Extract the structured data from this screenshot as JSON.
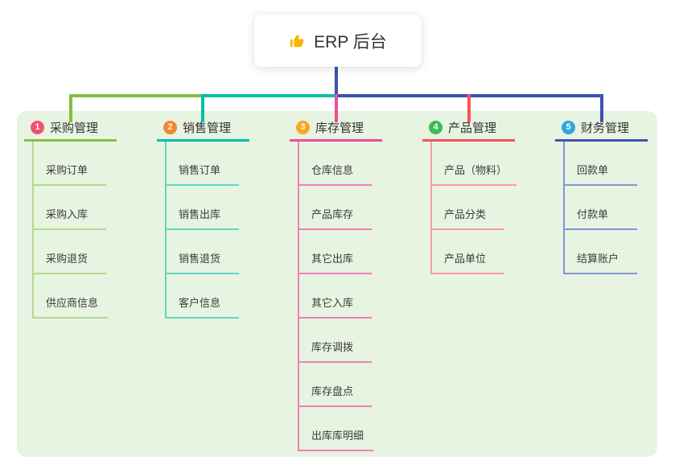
{
  "root": {
    "icon": "thumbs-up-icon",
    "icon_glyph": "👍",
    "label": "ERP 后台"
  },
  "palette": {
    "trunk_line": "#3F51B5",
    "panel_bg": "#E7F4E1",
    "page_bg": "#FFFFFF",
    "card_bg": "#FFFFFF",
    "title_text": "#333333",
    "child_text": "#3B3B3B",
    "thumb_icon": "#F7B500"
  },
  "branches": [
    {
      "num": "1",
      "label": "采购管理",
      "line_color": "#84BF41",
      "line_light": "#B3DA8C",
      "badge_color": "#F2506E",
      "children": [
        "采购订单",
        "采购入库",
        "采购退货",
        "供应商信息"
      ]
    },
    {
      "num": "2",
      "label": "销售管理",
      "line_color": "#00BFA5",
      "line_light": "#63D7C5",
      "badge_color": "#F8842C",
      "children": [
        "销售订单",
        "销售出库",
        "销售退货",
        "客户信息"
      ]
    },
    {
      "num": "3",
      "label": "库存管理",
      "line_color": "#EC4D9E",
      "line_light": "#F27FB9",
      "badge_color": "#FBA61C",
      "children": [
        "仓库信息",
        "产品库存",
        "其它出库",
        "其它入库",
        "库存调拨",
        "库存盘点",
        "出库库明细"
      ]
    },
    {
      "num": "4",
      "label": "产品管理",
      "line_color": "#F9525B",
      "line_light": "#FA9C9C",
      "badge_color": "#3EBB56",
      "children": [
        "产品（物料）",
        "产品分类",
        "产品单位"
      ]
    },
    {
      "num": "5",
      "label": "财务管理",
      "line_color": "#3F51B5",
      "line_light": "#8295D8",
      "badge_color": "#2EA7DF",
      "children": [
        "回款单",
        "付款单",
        "结算账户"
      ]
    }
  ]
}
